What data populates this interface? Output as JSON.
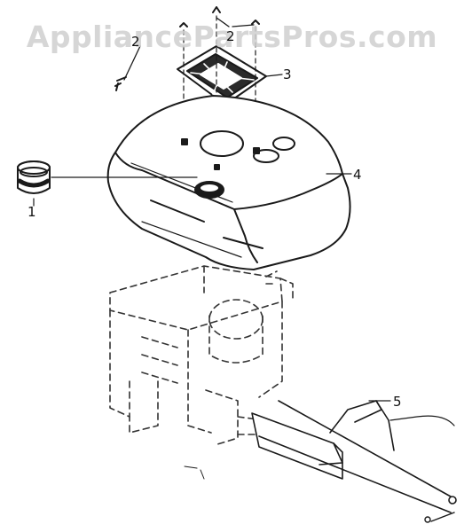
{
  "watermark": "AppliancePartsPros.com",
  "callouts": {
    "c1": "1",
    "c2a": "2",
    "c2b": "2",
    "c3": "3",
    "c4": "4",
    "c5": "5"
  },
  "colors": {
    "ink": "#1a1a1a",
    "dashed": "#333333",
    "watermark": "#cfcfcf"
  }
}
